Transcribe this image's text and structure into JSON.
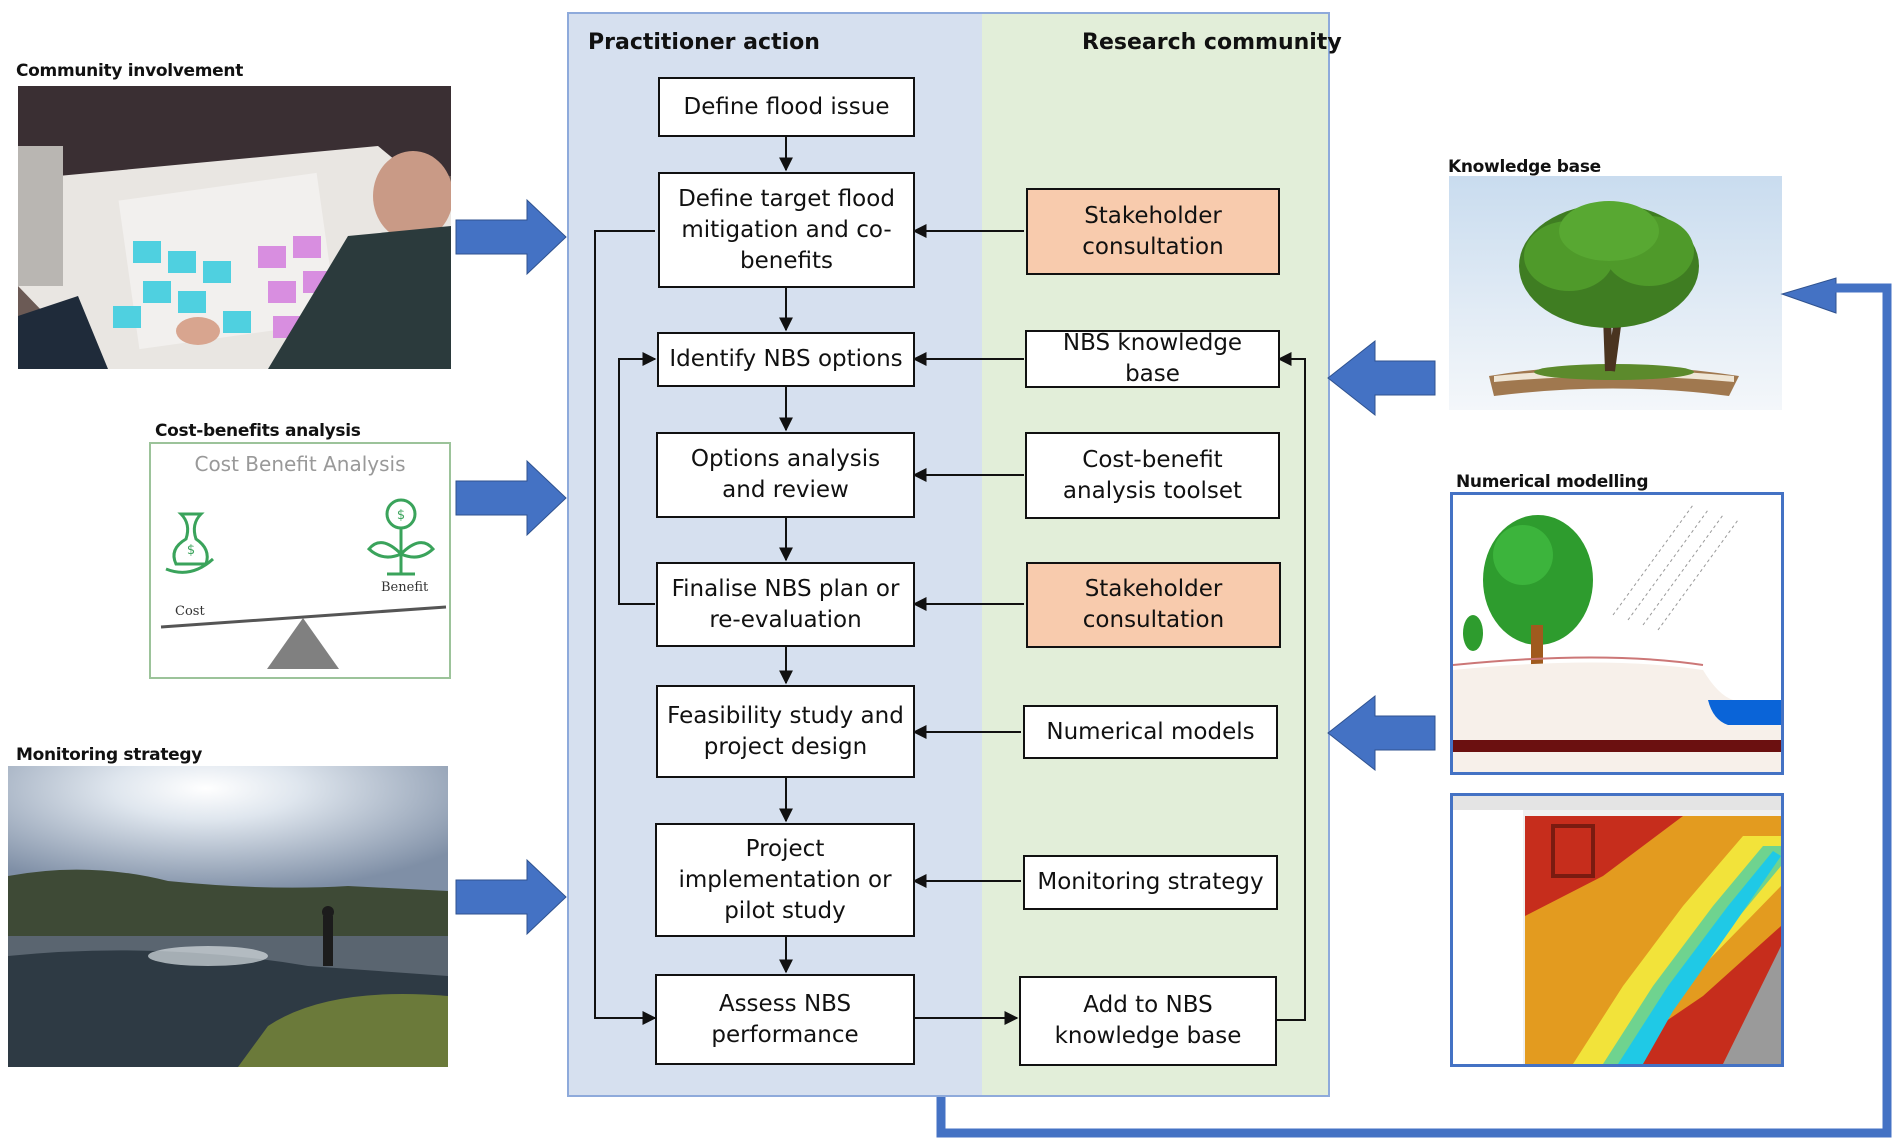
{
  "left_labels": {
    "community": "Community involvement",
    "cba": "Cost-benefits analysis",
    "monitoring": "Monitoring strategy"
  },
  "right_labels": {
    "knowledge": "Knowledge base",
    "numerical": "Numerical modelling"
  },
  "cba_card": {
    "title": "Cost Benefit Analysis",
    "cost": "Cost",
    "benefit": "Benefit",
    "dollar": "$"
  },
  "columns": {
    "practitioner": "Practitioner action",
    "research": "Research community"
  },
  "practitioner_steps": [
    "Define flood issue",
    "Define target flood mitigation and co-benefits",
    "Identify NBS options",
    "Options analysis and review",
    "Finalise NBS plan or re-evaluation",
    "Feasibility study and project design",
    "Project implementation or pilot study",
    "Assess NBS performance"
  ],
  "research_items": [
    "Stakeholder consultation",
    "NBS knowledge base",
    "Cost-benefit analysis toolset",
    "Stakeholder consultation",
    "Numerical models",
    "Monitoring strategy",
    "Add to NBS knowledge base"
  ],
  "colors": {
    "arrow_blue": "#4472c4",
    "orange_fill": "#f8cbad",
    "practitioner_bg": "#d6e0ef",
    "research_bg": "#e2eed9"
  }
}
